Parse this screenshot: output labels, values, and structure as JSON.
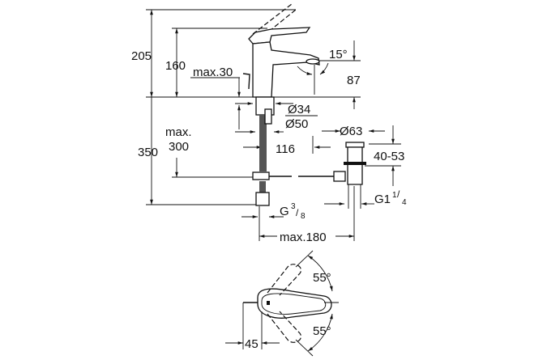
{
  "title": "Basin mixer dimension drawing",
  "side_view": {
    "dim_total_height": "205",
    "dim_spout_height": "160",
    "dim_max_thickness": "max.30",
    "dim_angle": "15°",
    "dim_spout_outlet": "87",
    "dim_hole_diameter": "Ø34",
    "dim_base_diameter": "Ø50",
    "dim_max_label": "max.",
    "dim_max_value": "300",
    "dim_overall": "350",
    "dim_offset": "116",
    "dim_waste_diameter": "Ø63",
    "dim_waste_range": "40-53",
    "dim_waste_thread": "G1",
    "dim_waste_thread_frac_num": "1",
    "dim_waste_thread_frac_den": "4",
    "dim_inlet_thread": "G",
    "dim_inlet_thread_frac_num": "3",
    "dim_inlet_thread_frac_den": "8",
    "dim_max_reach": "max.180"
  },
  "top_view": {
    "angle_top": "55°",
    "angle_bottom": "55°",
    "dim_lever": "45"
  }
}
